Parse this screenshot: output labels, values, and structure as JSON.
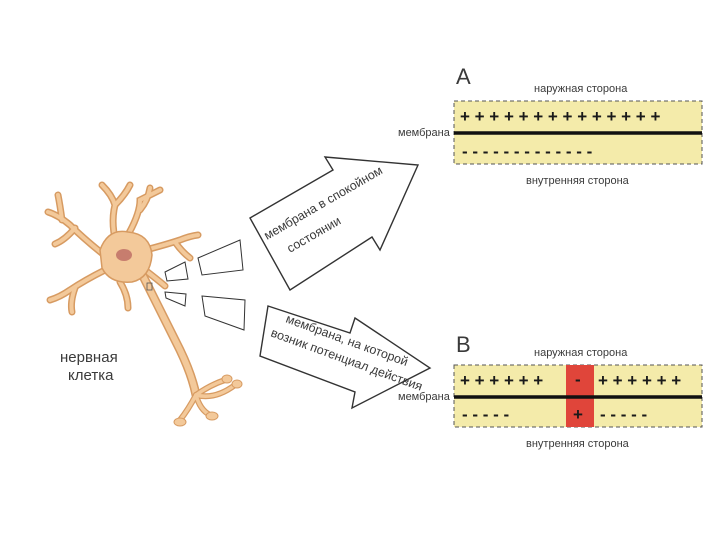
{
  "neuron": {
    "caption_line1": "нервная",
    "caption_line2": "клетка"
  },
  "arrows": {
    "rest": {
      "line1": "мембрана в спокойном",
      "line2": "состоянии"
    },
    "action": {
      "line1": "мембрана, на которой",
      "line2": "возник потенциал действия"
    }
  },
  "panels": [
    {
      "letter": "А",
      "outer_label": "наружная сторона",
      "inner_label": "внутренняя сторона",
      "membrane_label": "мембрана",
      "top_signs": "+ + + + + + + + + + + + + +",
      "bottom_signs": "- - - - - - - - - - - - -"
    },
    {
      "letter": "В",
      "outer_label": "наружная сторона",
      "inner_label": "внутренняя сторона",
      "membrane_label": "мембрана",
      "top_left_signs": "+ + + + + +",
      "top_right_signs": "+ + + + + +",
      "bottom_left_signs": "- - - - -",
      "bottom_right_signs": "- - - - -",
      "depol_top": "-",
      "depol_bottom": "+"
    }
  ],
  "colors": {
    "membrane_fill": "#f4ebaa",
    "depolarized": "#e0453a",
    "neuron_body": "#f3c99a",
    "neuron_outline": "#d79b62",
    "nucleus": "#c77d6e"
  }
}
